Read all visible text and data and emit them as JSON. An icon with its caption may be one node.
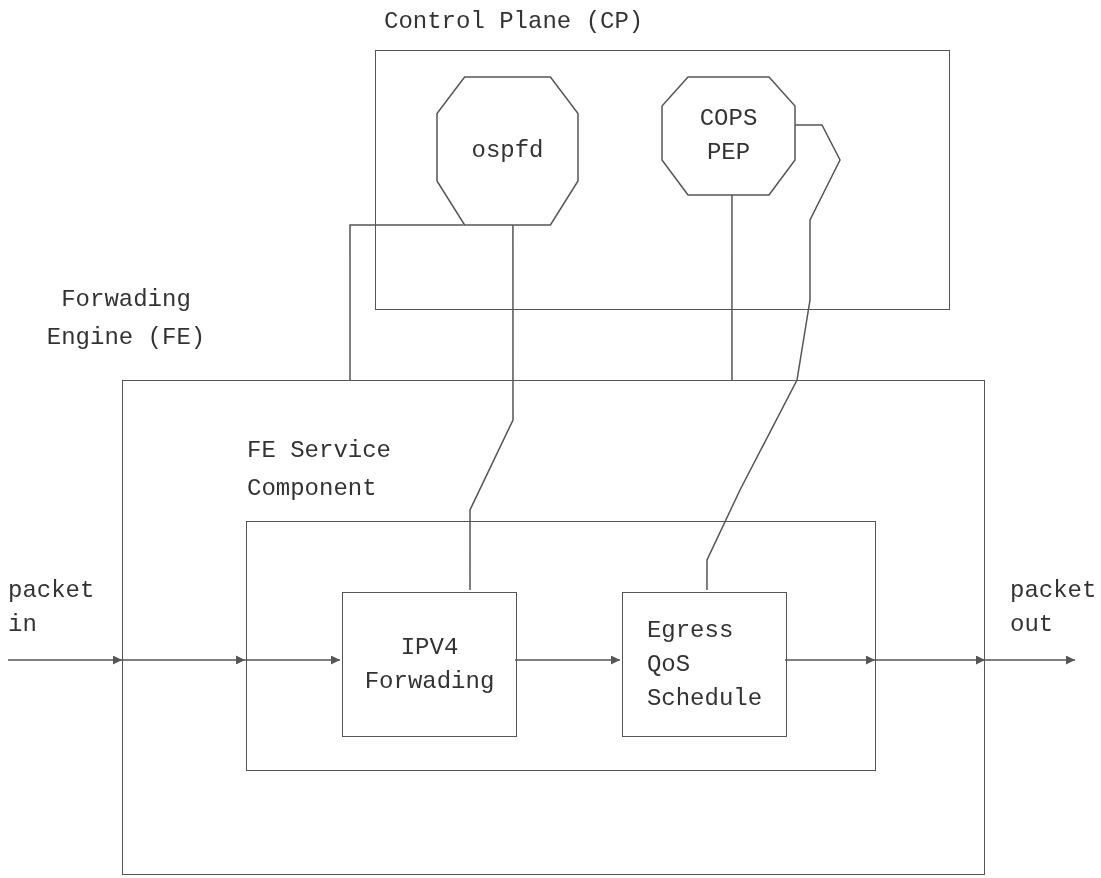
{
  "diagram": {
    "nodes": [
      {
        "text": [
          "Control Plane (CP)"
        ]
      },
      {
        "text": [
          "ospfd"
        ],
        "in": 0
      },
      {
        "text": [
          "COPS PEP"
        ],
        "in": 0
      },
      {
        "text": [
          "Forwading Engine (FE)"
        ]
      },
      {
        "text": [
          "FE Service Component"
        ],
        "in": 3
      },
      {
        "text": [
          "IPV4 Forwading"
        ],
        "in": 4
      },
      {
        "text": [
          "Egress QoS Schedule"
        ],
        "in": 4
      }
    ],
    "edges": [
      {
        "from": null,
        "to": 3,
        "arrow": "to"
      },
      {
        "from": 3,
        "to": 4,
        "arrow": "to"
      },
      {
        "from": 4,
        "to": 5,
        "arrow": "to"
      },
      {
        "from": 5,
        "to": 6,
        "arrow": "to"
      },
      {
        "from": 6,
        "to": 4,
        "arrow": "to"
      },
      {
        "from": 4,
        "to": 3,
        "arrow": "to"
      },
      {
        "from": 3,
        "to": null,
        "arrow": "to"
      },
      {
        "from": 1,
        "to": 3,
        "arrow": "none"
      },
      {
        "from": 1,
        "to": 5,
        "arrow": "none"
      },
      {
        "from": 2,
        "to": 3,
        "arrow": "none"
      },
      {
        "from": 2,
        "to": 6,
        "arrow": "none"
      }
    ],
    "labels": [
      "packet in",
      "packet out"
    ]
  }
}
